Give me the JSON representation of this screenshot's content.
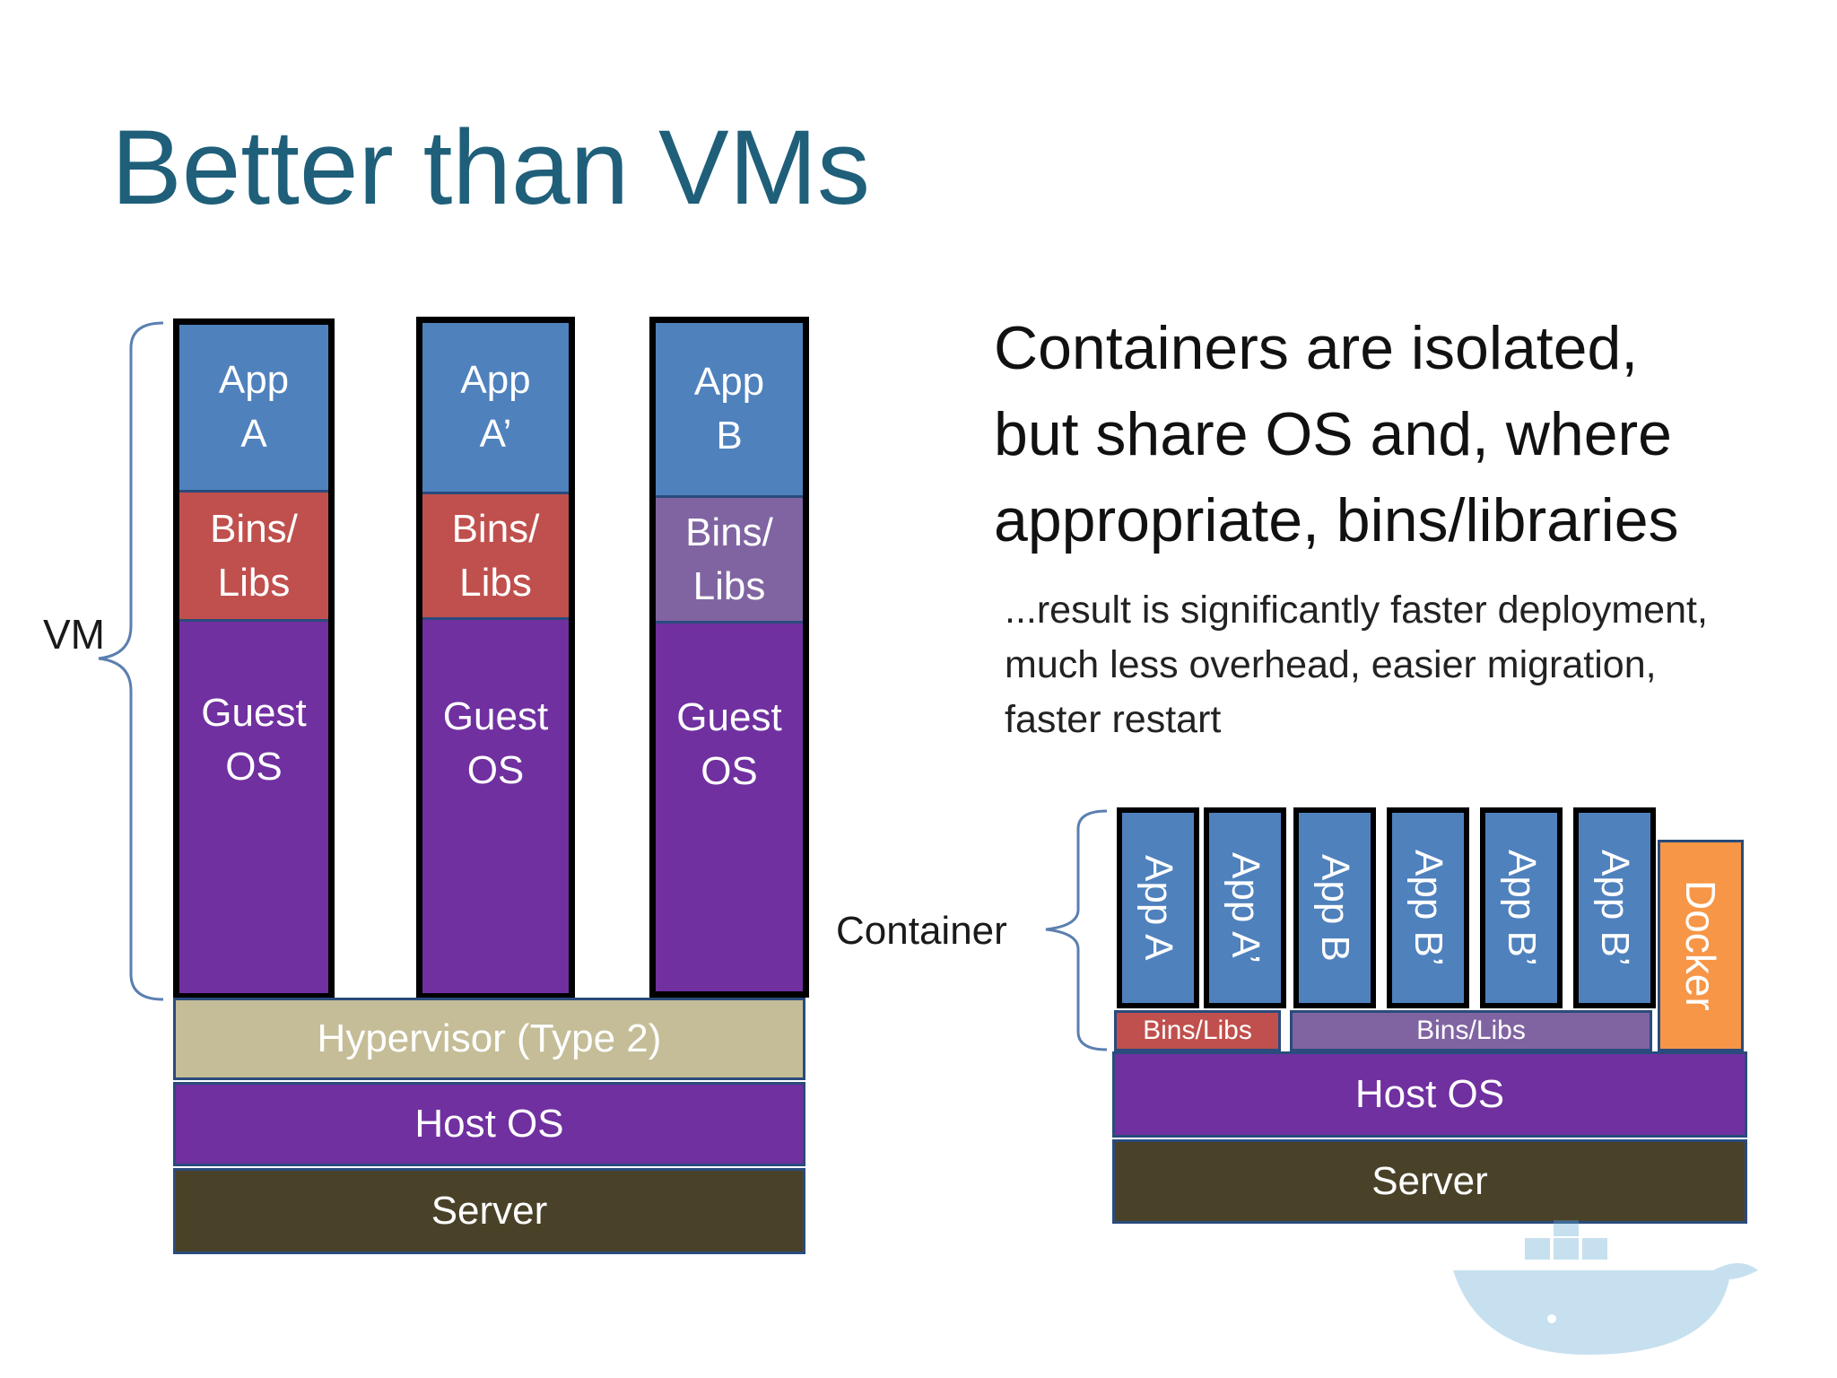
{
  "title": "Better than VMs",
  "headline": "Containers are isolated,\nbut share OS and, where\nappropriate, bins/libraries",
  "subtext": "...result is significantly faster deployment,\nmuch less overhead, easier migration,\nfaster restart",
  "vm_diagram": {
    "bracket_label": "VM",
    "columns": [
      {
        "app": "App\nA",
        "libs": "Bins/\nLibs",
        "guest_os": "Guest\nOS",
        "libs_color": "#c0504d"
      },
      {
        "app": "App\nA’",
        "libs": "Bins/\nLibs",
        "guest_os": "Guest\nOS",
        "libs_color": "#c0504d"
      },
      {
        "app": "App\nB",
        "libs": "Bins/\nLibs",
        "guest_os": "Guest\nOS",
        "libs_color": "#8064a2"
      }
    ],
    "hypervisor": "Hypervisor (Type 2)",
    "host_os": "Host OS",
    "server": "Server"
  },
  "container_diagram": {
    "bracket_label": "Container",
    "apps": [
      "App A",
      "App A’",
      "App B",
      "App B’",
      "App B’",
      "App B’"
    ],
    "docker": "Docker",
    "libs_a": "Bins/Libs",
    "libs_b": "Bins/Libs",
    "host_os": "Host OS",
    "server": "Server"
  },
  "colors": {
    "title": "#1f5f7a",
    "app": "#4f81bd",
    "libs_red": "#c0504d",
    "libs_purple": "#8064a2",
    "guest_os": "#7030a0",
    "hypervisor": "#c4bd97",
    "host_os": "#7030a0",
    "server": "#4a4228",
    "docker": "#f79646"
  },
  "watermark": "docker-whale-logo"
}
